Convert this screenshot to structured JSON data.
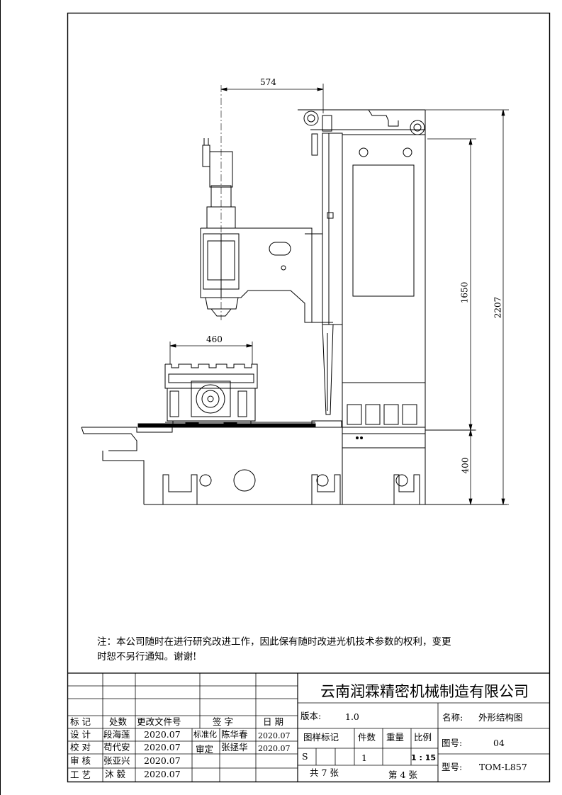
{
  "dimensions": {
    "arm_reach": "574",
    "table_width": "460",
    "column_height": "1650",
    "total_height": "2207",
    "base_height": "400"
  },
  "note": {
    "line1": "注：本公司随时在进行研究改进工作，因此保有随时改进光机技术参数的权利，变更",
    "line2": "时恕不另行通知。谢谢!"
  },
  "title_block": {
    "company": "云南润霖精密机械制造有限公司",
    "revision_headers": [
      "标 记",
      "处数",
      "更改文件号",
      "签 字",
      "日 期"
    ],
    "design_label": "设 计",
    "design_name": "段海莲",
    "design_date": "2020.07",
    "standardize_label": "标准化",
    "standardize_name": "陈华春",
    "standardize_date": "2020.07",
    "check_label": "校 对",
    "check_name": "苟代安",
    "check_date": "2020.07",
    "approve_label": "审定",
    "approve_name": "张拯华",
    "approve_date": "2020.07",
    "review_label": "审 核",
    "review_name": "张亚兴",
    "review_date": "2020.07",
    "process_label": "工 艺",
    "process_name": "沐 毅",
    "process_date": "2020.07",
    "version_label": "版本:",
    "version_value": "1.0",
    "drawing_mark_label": "图样标记",
    "quantity_label": "件数",
    "weight_label": "重量",
    "scale_label": "比例",
    "mark_value": "S",
    "quantity_value": "1",
    "scale_value": "1 : 15",
    "total_sheets": "共 7 张",
    "sheet_no": "第 4 张",
    "name_label": "名称:",
    "name_value": "外形结构图",
    "drawing_no_label": "图号:",
    "drawing_no_value": "04",
    "model_label": "型号:",
    "model_value": "TOM-L857"
  }
}
